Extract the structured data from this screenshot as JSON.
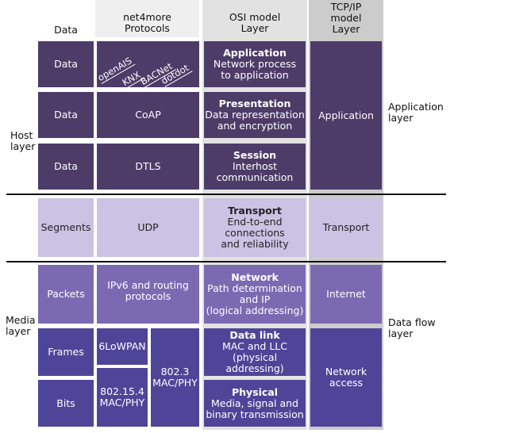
{
  "headers": {
    "data": "Data",
    "protocols": "net4more\nProtocols",
    "osi": "OSI model\nLayer",
    "tcpip": "TCP/IP\nmodel\nLayer"
  },
  "side_labels": {
    "host": "Host\nlayer",
    "media": "Media\nlayer",
    "application": "Application\nlayer",
    "dataflow": "Data flow\nlayer"
  },
  "data_units": [
    "Data",
    "Data",
    "Data",
    "Segments",
    "Packets",
    "Frames",
    "Bits"
  ],
  "protocols": {
    "app_rotated": [
      "openAIS",
      "KNX",
      "BACNet",
      "dotdot"
    ],
    "coap": "CoAP",
    "dtls": "DTLS",
    "udp": "UDP",
    "ipv6": "IPv6 and routing\nprotocols",
    "lowpan": "6LoWPAN",
    "mac154": "802.15.4\nMAC/PHY",
    "mac23": "802.3\nMAC/PHY"
  },
  "osi_layers": [
    {
      "title": "Application",
      "desc": "Network process\nto application"
    },
    {
      "title": "Presentation",
      "desc": "Data representation\nand encryption"
    },
    {
      "title": "Session",
      "desc": "Interhost\ncommunication"
    },
    {
      "title": "Transport",
      "desc": "End-to-end\nconnections\nand reliability"
    },
    {
      "title": "Network",
      "desc": "Path determination\nand IP\n(logical addressing)"
    },
    {
      "title": "Data link",
      "desc": "MAC and LLC\n(physical addressing)"
    },
    {
      "title": "Physical",
      "desc": "Media, signal and\nbinary transmission"
    }
  ],
  "tcpip_layers": {
    "application": "Application",
    "transport": "Transport",
    "internet": "Internet",
    "network_access": "Network\naccess"
  },
  "colors": {
    "dark": "#4d3b68",
    "light": "#cbc2e4",
    "medium": "#7b6ab2",
    "blue": "#4f4598",
    "header_gray": "#e6e6e6"
  }
}
